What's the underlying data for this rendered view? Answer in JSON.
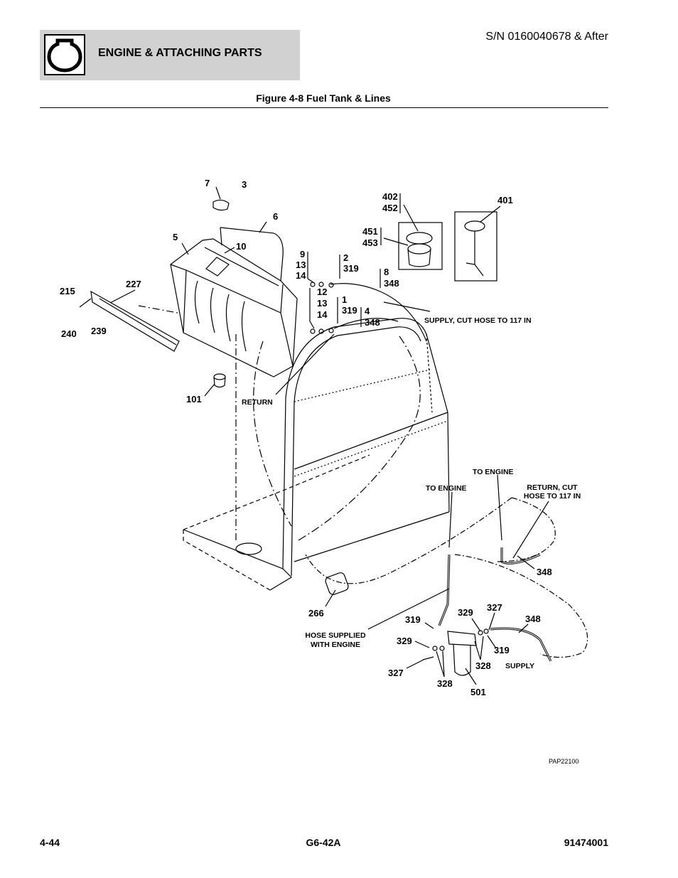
{
  "header": {
    "section_title": "ENGINE & ATTACHING PARTS",
    "serial": "S/N 0160040678 & After",
    "figure_title": "Figure 4-8 Fuel Tank & Lines",
    "icon": "engine-icon"
  },
  "callouts": {
    "c7": "7",
    "c3": "3",
    "c6": "6",
    "c5": "5",
    "c10": "10",
    "c215": "215",
    "c227": "227",
    "c240": "240",
    "c239": "239",
    "c101": "101",
    "c9": "9",
    "c13a": "13",
    "c14a": "14",
    "c2": "2",
    "c319a": "319",
    "c12": "12",
    "c13b": "13",
    "c14b": "14",
    "c1": "1",
    "c319b": "319",
    "c8": "8",
    "c348a": "348",
    "c4": "4",
    "c348b": "348",
    "c402": "402",
    "c452": "452",
    "c451": "451",
    "c453": "453",
    "c401": "401",
    "c266": "266",
    "c348c": "348",
    "c319c": "319",
    "c329a": "329",
    "c327a": "327",
    "c329b": "329",
    "c327b": "327",
    "c348d": "348",
    "c319d": "319",
    "c328a": "328",
    "c328b": "328",
    "c501": "501"
  },
  "notes": {
    "supply_cut": "SUPPLY, CUT HOSE TO 117 IN",
    "return": "RETURN",
    "to_engine_1": "TO ENGINE",
    "to_engine_2": "TO ENGINE",
    "return_cut_l1": "RETURN, CUT",
    "return_cut_l2": "HOSE TO 117 IN",
    "hose_supplied_l1": "HOSE SUPPLIED",
    "hose_supplied_l2": "WITH ENGINE",
    "supply": "SUPPLY",
    "drawing_code": "PAP22100"
  },
  "footer": {
    "page": "4-44",
    "model": "G6-42A",
    "doc_number": "91474001"
  }
}
